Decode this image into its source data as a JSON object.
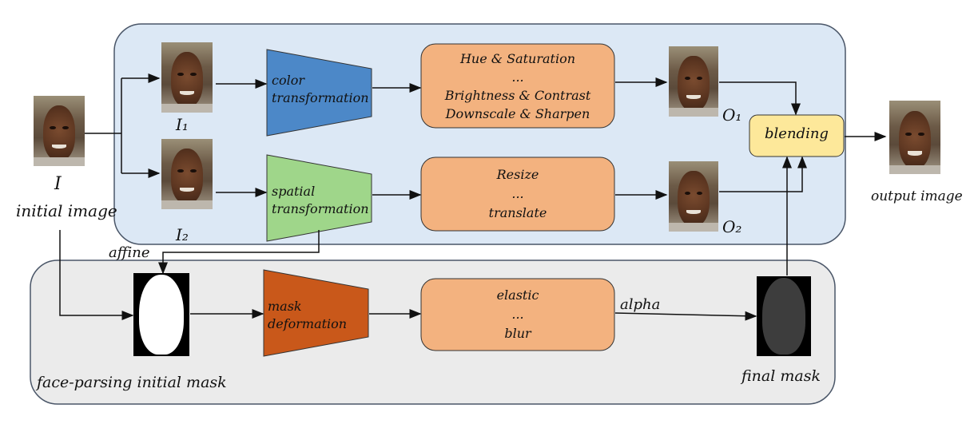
{
  "labels": {
    "input_symbol": "I",
    "input_caption": "initial image",
    "i1": "I₁",
    "i2": "I₂",
    "o1": "O₁",
    "o2": "O₂",
    "output_caption": "output image",
    "affine": "affine",
    "alpha": "alpha",
    "initial_mask": "face-parsing initial mask",
    "final_mask": "final mask"
  },
  "blocks": {
    "color": "color\ntransformation",
    "spatial": "spatial\ntransformation",
    "mask": "mask\ndeformation",
    "blending": "blending"
  },
  "ops": {
    "color": "Hue & Saturation\n...\nBrightness & Contrast\nDownscale & Sharpen",
    "spatial": "Resize\n...\ntranslate",
    "mask": "elastic\n...\nblur"
  },
  "colors": {
    "top_panel": "#dce8f5",
    "bottom_panel": "#ebebeb",
    "color_block": "#4c88c8",
    "spatial_block": "#9fd68a",
    "mask_block": "#c9581a",
    "op_box": "#f3b27f",
    "blend_box": "#fde89a"
  }
}
